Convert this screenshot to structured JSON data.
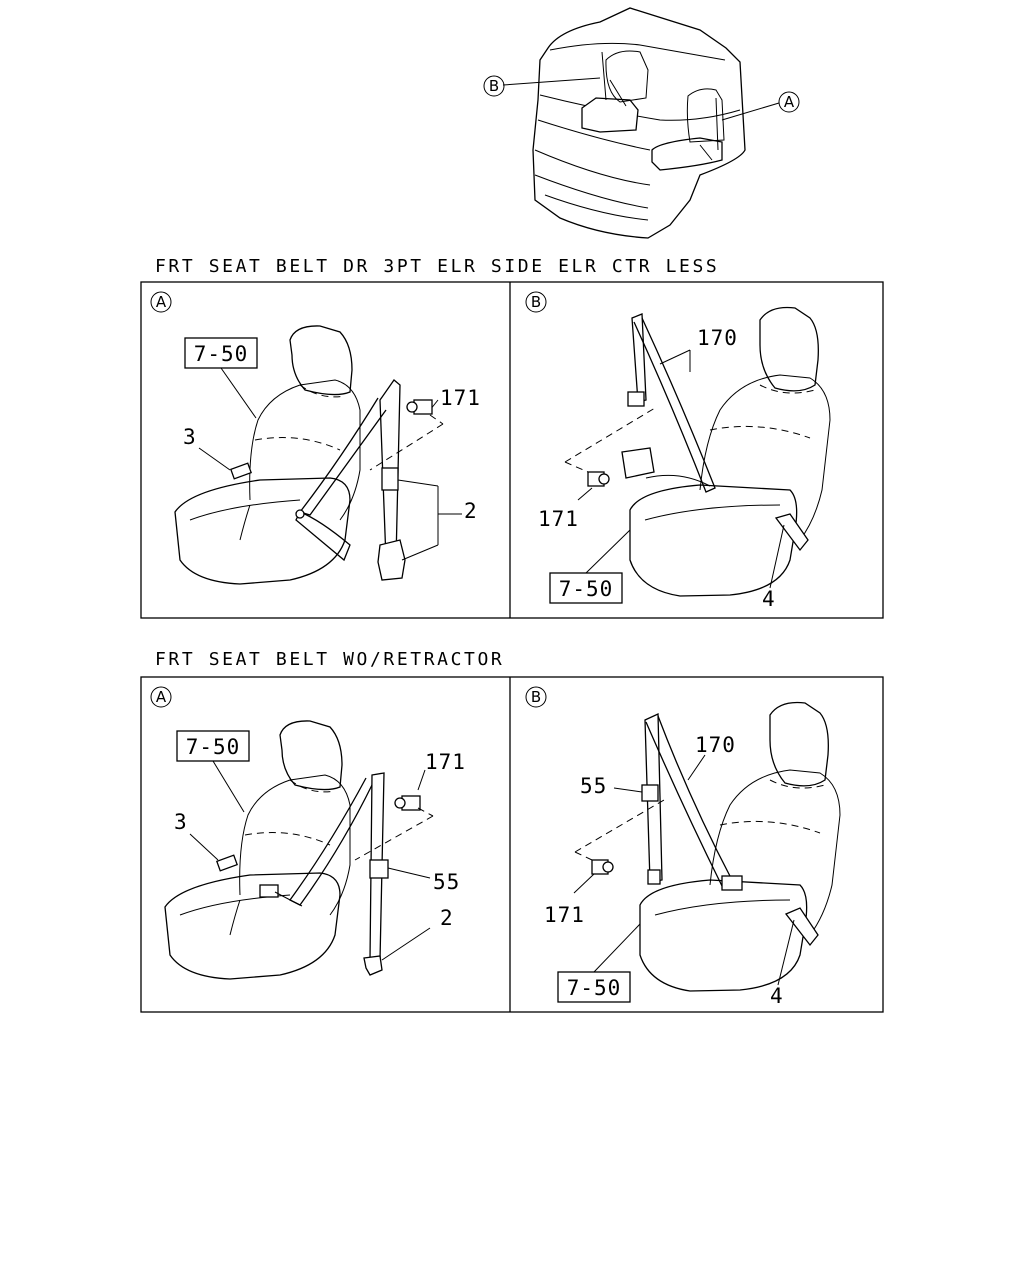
{
  "overview": {
    "callout_b": "B",
    "callout_a": "A"
  },
  "sections": [
    {
      "heading": "FRT SEAT BELT DR 3PT ELR SIDE ELR CTR LESS",
      "panel_a": {
        "marker": "A",
        "ref_box": "7-50",
        "parts": [
          "3",
          "171",
          "2"
        ]
      },
      "panel_b": {
        "marker": "B",
        "ref_box": "7-50",
        "parts": [
          "170",
          "171",
          "4"
        ]
      }
    },
    {
      "heading": "FRT SEAT BELT WO/RETRACTOR",
      "panel_a": {
        "marker": "A",
        "ref_box": "7-50",
        "parts": [
          "171",
          "3",
          "55",
          "2"
        ]
      },
      "panel_b": {
        "marker": "B",
        "ref_box": "7-50",
        "parts": [
          "55",
          "170",
          "171",
          "4"
        ]
      }
    }
  ]
}
